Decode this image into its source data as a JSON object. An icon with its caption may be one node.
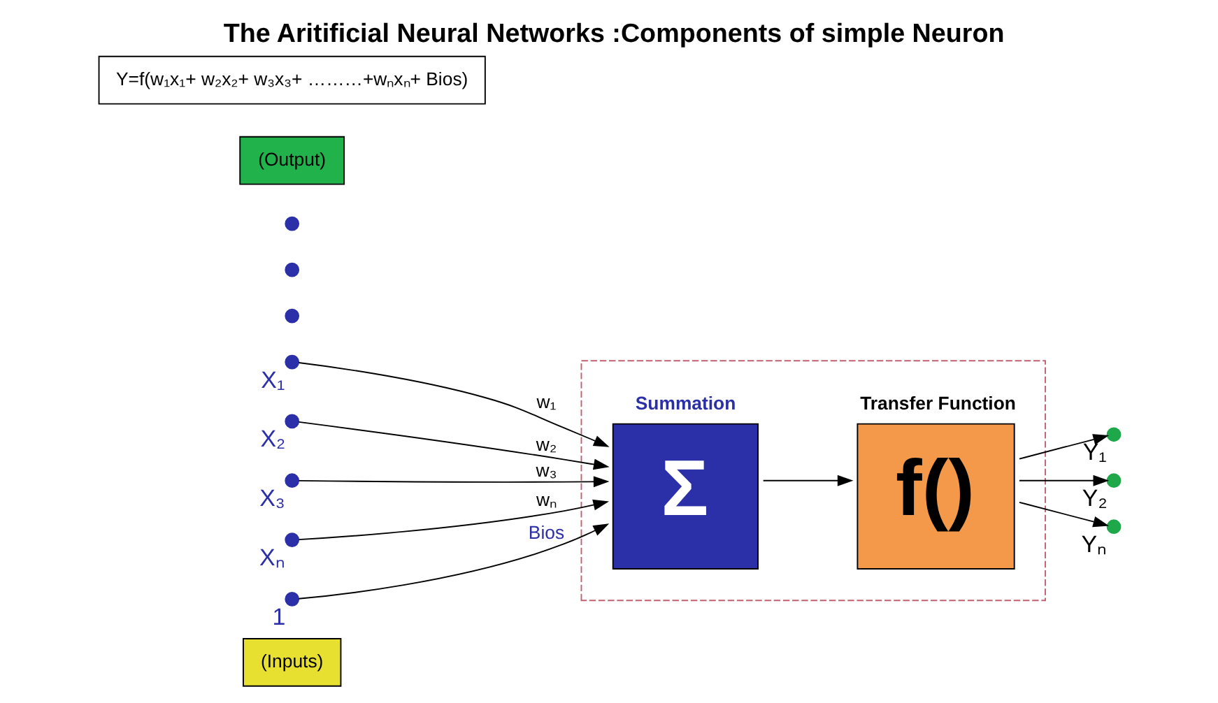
{
  "diagram": {
    "title": "The Aritificial Neural Networks :Components of simple Neuron",
    "nodes": [
      {
        "text": [
          "(Inputs)"
        ]
      },
      {
        "text": [],
        "shape": "circle",
        "beside": [
          "X₁"
        ]
      },
      {
        "text": [],
        "shape": "circle",
        "beside": [
          "X₂"
        ]
      },
      {
        "text": [],
        "shape": "circle",
        "beside": [
          "X₃"
        ]
      },
      {
        "text": [],
        "shape": "circle"
      },
      {
        "text": [],
        "shape": "circle"
      },
      {
        "text": [],
        "shape": "circle"
      },
      {
        "text": [],
        "shape": "circle",
        "beside": [
          "Xₙ"
        ]
      },
      {
        "text": [],
        "shape": "ellipse"
      },
      {
        "text": [
          "Summation",
          "Σ"
        ],
        "in": 8
      },
      {
        "text": [
          "Transfer Function",
          "f()"
        ],
        "in": 8
      },
      {
        "text": [],
        "shape": "circle",
        "beside": [
          "1"
        ]
      },
      {
        "text": [],
        "shape": "circle",
        "beside": [
          "Y₁"
        ]
      },
      {
        "text": [],
        "shape": "circle",
        "beside": [
          "Y₂"
        ]
      },
      {
        "text": [],
        "shape": "circle",
        "beside": [
          "Yₙ"
        ]
      },
      {
        "text": [
          "(Output)"
        ]
      },
      {
        "text": [
          "Y=f(w₁x₁+ w₂x₂+ w₃x₃+ ………+wₙxₙ+ Bios)"
        ]
      }
    ],
    "edges": [
      {
        "from": 1,
        "to": 9,
        "arrow": "to",
        "label": "w₁"
      },
      {
        "from": 2,
        "to": 9,
        "arrow": "to",
        "label": "w₂"
      },
      {
        "from": 3,
        "to": 9,
        "arrow": "to",
        "label": "w₃"
      },
      {
        "from": 7,
        "to": 9,
        "arrow": "to",
        "label": "wₙ"
      },
      {
        "from": 11,
        "to": 9,
        "arrow": "to",
        "label": "Bios"
      },
      {
        "from": 9,
        "to": 10,
        "arrow": "to"
      },
      {
        "from": 10,
        "to": 12,
        "arrow": "to"
      },
      {
        "from": 10,
        "to": 13,
        "arrow": "to"
      },
      {
        "from": 10,
        "to": 14,
        "arrow": "to"
      }
    ]
  }
}
